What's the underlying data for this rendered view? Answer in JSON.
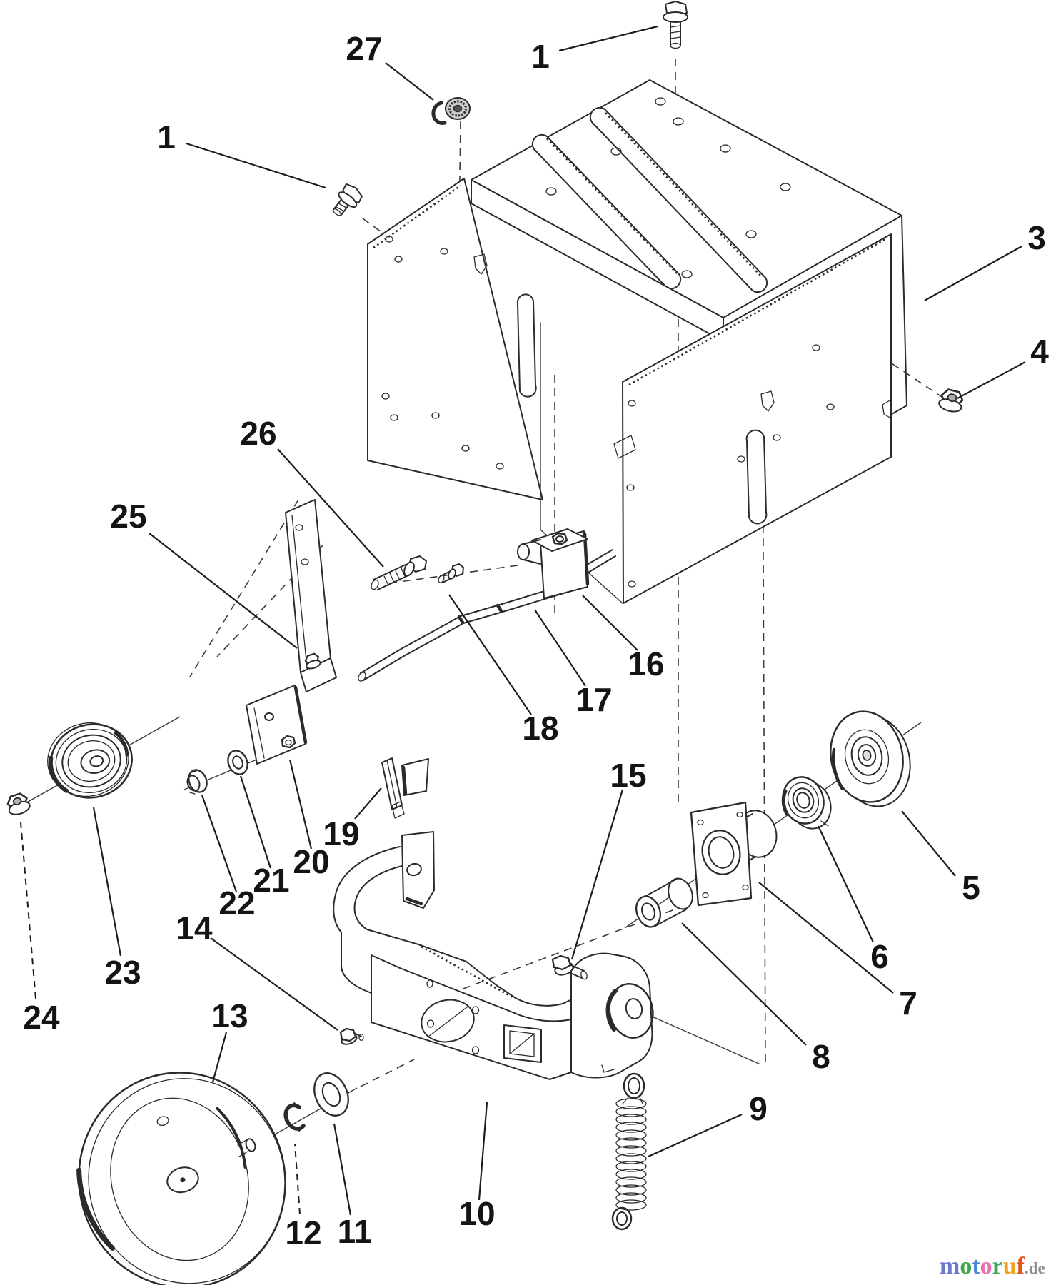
{
  "diagram": {
    "ink": "#2b2b2b",
    "background": "#ffffff",
    "callouts": [
      {
        "n": "27"
      },
      {
        "n": "1"
      },
      {
        "n": "1"
      },
      {
        "n": "3"
      },
      {
        "n": "4"
      },
      {
        "n": "26"
      },
      {
        "n": "25"
      },
      {
        "n": "16"
      },
      {
        "n": "17"
      },
      {
        "n": "18"
      },
      {
        "n": "15"
      },
      {
        "n": "19"
      },
      {
        "n": "20"
      },
      {
        "n": "21"
      },
      {
        "n": "22"
      },
      {
        "n": "14"
      },
      {
        "n": "23"
      },
      {
        "n": "13"
      },
      {
        "n": "24"
      },
      {
        "n": "5"
      },
      {
        "n": "6"
      },
      {
        "n": "7"
      },
      {
        "n": "8"
      },
      {
        "n": "9"
      },
      {
        "n": "10"
      },
      {
        "n": "11"
      },
      {
        "n": "12"
      }
    ]
  },
  "watermark": {
    "letters": [
      {
        "ch": "m",
        "color": "#6b79d1"
      },
      {
        "ch": "o",
        "color": "#3ea84e"
      },
      {
        "ch": "t",
        "color": "#4f86d0"
      },
      {
        "ch": "o",
        "color": "#ea6fae"
      },
      {
        "ch": "r",
        "color": "#3ea85c"
      },
      {
        "ch": "u",
        "color": "#f4a01f"
      },
      {
        "ch": "f",
        "color": "#e5531d"
      }
    ],
    "suffix": ".de",
    "suffix_color": "#8c8c8c"
  }
}
